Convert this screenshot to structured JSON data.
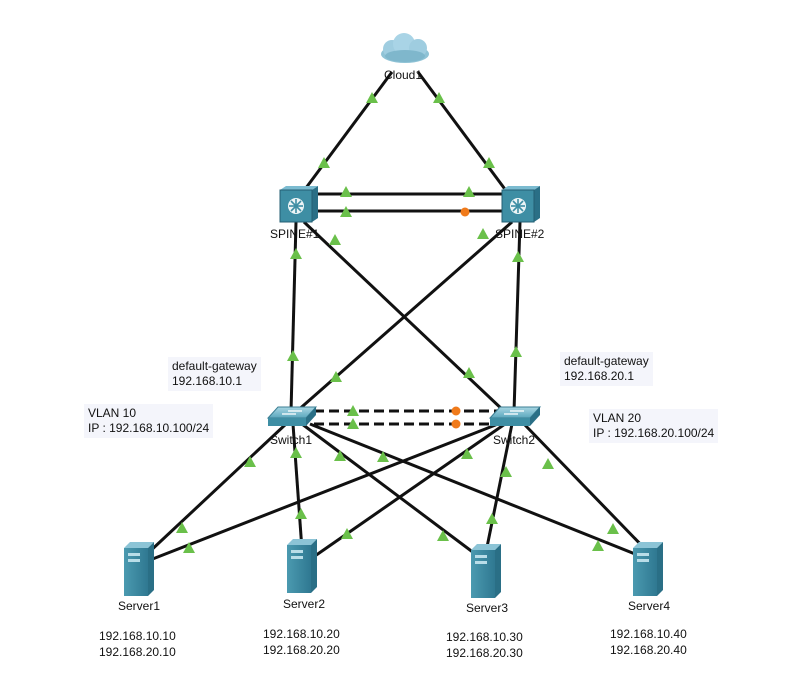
{
  "devices": {
    "cloud": "Cloud1",
    "spine1": "SPINE#1",
    "spine2": "SPINE#2",
    "switch1": "Switch1",
    "switch2": "Switch2",
    "server1": "Server1",
    "server2": "Server2",
    "server3": "Server3",
    "server4": "Server4"
  },
  "notes": {
    "gw1_title": "default-gateway",
    "gw1_ip": "192.168.10.1",
    "gw2_title": "default-gateway",
    "gw2_ip": "192.168.20.1",
    "vlan10_title": "VLAN 10",
    "vlan10_ip": "IP : 192.168.10.100/24",
    "vlan20_title": "VLAN 20",
    "vlan20_ip": "IP : 192.168.20.100/24"
  },
  "server_ips": {
    "server1": [
      "192.168.10.10",
      "192.168.20.10"
    ],
    "server2": [
      "192.168.10.20",
      "192.168.20.20"
    ],
    "server3": [
      "192.168.10.30",
      "192.168.20.30"
    ],
    "server4": [
      "192.168.10.40",
      "192.168.20.40"
    ]
  },
  "colors": {
    "link": "#111111",
    "link_up": "#6ac04a",
    "link_blocked": "#f07a1a",
    "device": "#3e8ea4",
    "note_bg": "#f4f5fb"
  }
}
